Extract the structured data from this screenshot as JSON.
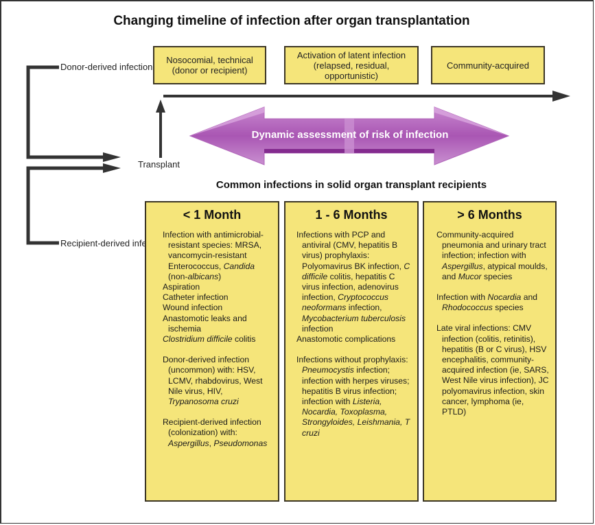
{
  "title": "Changing timeline of infection after organ transplantation",
  "colors": {
    "box_fill": "#f5e57a",
    "box_border": "#3b3524",
    "arrow_dark": "#333333",
    "purple": "#a64fb0"
  },
  "phases": [
    {
      "label": "Nosocomial, technical (donor or recipient)"
    },
    {
      "label": "Activation of latent infection (relapsed, residual, opportunistic)"
    },
    {
      "label": "Community-acquired"
    }
  ],
  "sources": {
    "donor": "Donor-derived infection",
    "recipient": "Recipient-derived infection"
  },
  "transplant_label": "Transplant",
  "risk_arrow_label": "Dynamic assessment of risk of infection",
  "subtitle": "Common infections in solid organ transplant recipients",
  "columns": [
    {
      "heading": "< 1 Month",
      "items": [
        "Infection with antimicrobial-resistant species: MRSA, vancomycin-resistant Enterococcus, <i>Candida</i> (non-<i>albicans</i>)",
        "Aspiration",
        "Catheter infection",
        "Wound infection",
        "Anastomotic leaks and ischemia",
        "<i>Clostridium difficile</i> colitis",
        "||Donor-derived infection (uncommon) with: HSV, LCMV, rhabdovirus, West Nile virus, HIV, <i>Trypanosoma cruzi</i>",
        "||Recipient-derived infection (colonization) with: <i>Aspergillus</i>, <i>Pseudomonas</i>"
      ]
    },
    {
      "heading": "1 - 6 Months",
      "items": [
        "Infections with PCP and antiviral (CMV, hepatitis B virus) prophylaxis: Polyomavirus BK infection, <i>C difficile</i> colitis, hepatitis C virus infection, adenovirus infection, <i>Cryptococcus neoformans</i> infection, <i>Mycobacterium tuberculosis</i> infection",
        "Anastomotic complications",
        "||Infections without prophylaxis: <i>Pneumocystis</i> infection; infection with herpes viruses; hepatitis B virus infection; infection with <i>Listeria, Nocardia, Toxoplasma, Strongyloides, Leishmania, T cruzi</i>"
      ]
    },
    {
      "heading": "> 6 Months",
      "items": [
        "Community-acquired pneumonia and urinary tract infection; infection with <i>Aspergillus</i>, atypical moulds, and <i>Mucor</i> species",
        "||Infection with <i>Nocardia</i> and <i>Rhodococcus</i> species",
        "||Late viral infections: CMV infection (colitis, retinitis), hepatitis (B or C virus), HSV encephalitis, community-acquired infection (ie, SARS, West Nile virus infection), JC polyomavirus infection, skin cancer, lymphoma (ie, PTLD)"
      ]
    }
  ]
}
